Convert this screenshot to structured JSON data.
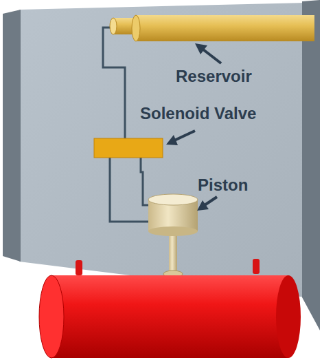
{
  "diagram": {
    "labels": [
      "Reservoir",
      "Solenoid Valve",
      "Piston"
    ]
  }
}
